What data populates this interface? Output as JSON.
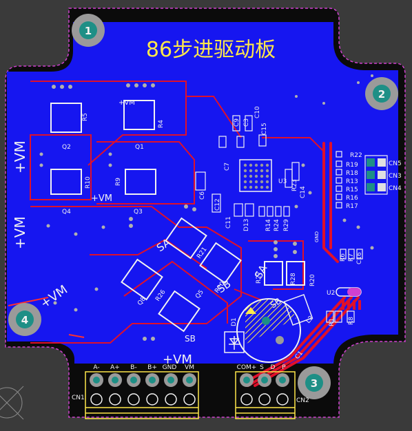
{
  "board": {
    "title": "86步进驱动板",
    "colors": {
      "background": "#3a3a3a",
      "board_black": "#0b0b0b",
      "copper_blue": "#1616f0",
      "trace_red": "#e0102a",
      "silkscreen": "#f2f2f2",
      "title_yellow": "#ffe84a",
      "pad_teal": "#1e8f86",
      "pad_gray": "#9a9a9a",
      "outline_magenta": "#d040d0"
    }
  },
  "mount_holes": [
    {
      "label": "1"
    },
    {
      "label": "2"
    },
    {
      "label": "3"
    },
    {
      "label": "4"
    }
  ],
  "power_labels": [
    {
      "text": "+VM"
    },
    {
      "text": "+VM"
    },
    {
      "text": "+VM"
    },
    {
      "text": "+VM"
    },
    {
      "text": "+VM"
    },
    {
      "text": "+VM"
    }
  ],
  "net_labels": [
    {
      "text": "SA"
    },
    {
      "text": "SA"
    },
    {
      "text": "SB"
    },
    {
      "text": "SB"
    },
    {
      "text": "SB"
    }
  ],
  "designators": [
    {
      "text": "R5"
    },
    {
      "text": "R4"
    },
    {
      "text": "Q2"
    },
    {
      "text": "Q1"
    },
    {
      "text": "R10"
    },
    {
      "text": "R9"
    },
    {
      "text": "Q4"
    },
    {
      "text": "Q3"
    },
    {
      "text": "R21"
    },
    {
      "text": "R26"
    },
    {
      "text": "R20"
    },
    {
      "text": "Q8"
    },
    {
      "text": "Q5"
    },
    {
      "text": "C9"
    },
    {
      "text": "C3"
    },
    {
      "text": "C10"
    },
    {
      "text": "C15"
    },
    {
      "text": "C7"
    },
    {
      "text": "C12"
    },
    {
      "text": "C6"
    },
    {
      "text": "U3"
    },
    {
      "text": "R23"
    },
    {
      "text": "C14"
    },
    {
      "text": "C11"
    },
    {
      "text": "D13"
    },
    {
      "text": "R14"
    },
    {
      "text": "R24"
    },
    {
      "text": "R29"
    },
    {
      "text": "R28"
    },
    {
      "text": "R22"
    },
    {
      "text": "R19"
    },
    {
      "text": "R18"
    },
    {
      "text": "R13"
    },
    {
      "text": "R15"
    },
    {
      "text": "R16"
    },
    {
      "text": "R17"
    },
    {
      "text": "CN5"
    },
    {
      "text": "CN3"
    },
    {
      "text": "CN4"
    },
    {
      "text": "C16"
    },
    {
      "text": "R7"
    },
    {
      "text": "R6"
    },
    {
      "text": "U2"
    },
    {
      "text": "R8"
    },
    {
      "text": "R1"
    },
    {
      "text": "D1"
    },
    {
      "text": "C1"
    },
    {
      "text": "L2"
    },
    {
      "text": "R27"
    },
    {
      "text": "R20"
    },
    {
      "text": "CN1"
    },
    {
      "text": "CN2"
    }
  ],
  "cn1_pins": [
    {
      "label": "A-"
    },
    {
      "label": "A+"
    },
    {
      "label": "B-"
    },
    {
      "label": "B+"
    },
    {
      "label": "GND"
    },
    {
      "label": "VM"
    }
  ],
  "cn2_pins": [
    {
      "label": "COM+"
    },
    {
      "label": "S"
    },
    {
      "label": "D"
    },
    {
      "label": "P"
    }
  ],
  "extra_labels": {
    "gnd": "GND"
  }
}
